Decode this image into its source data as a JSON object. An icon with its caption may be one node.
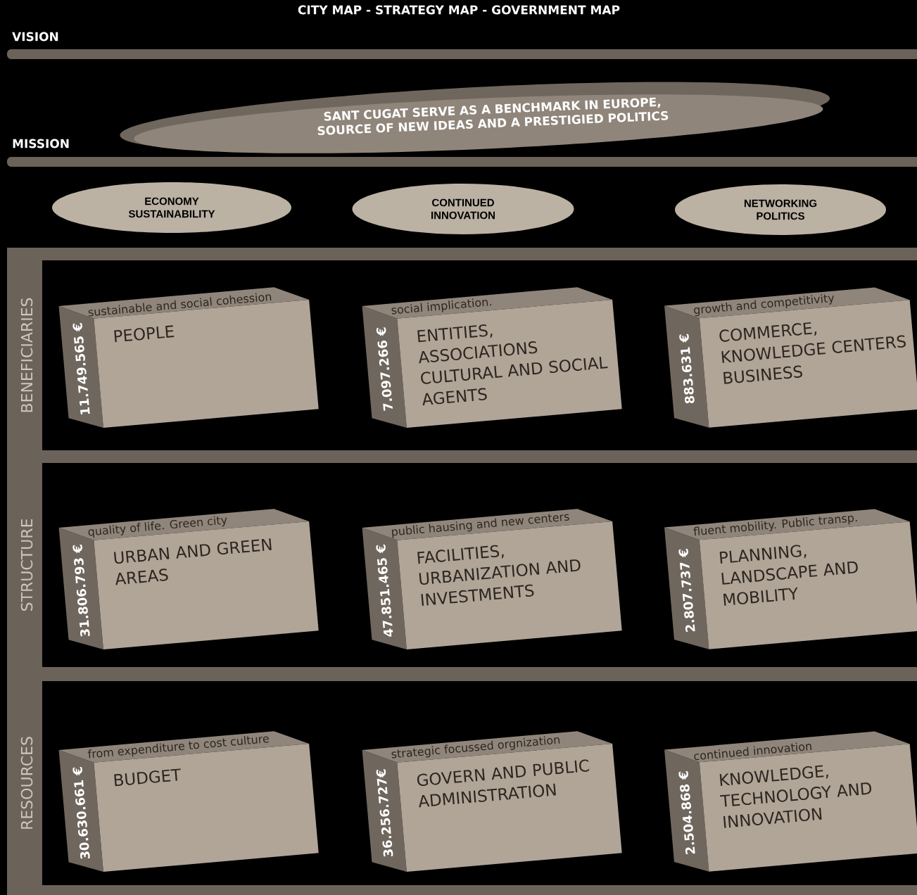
{
  "diagram": {
    "title": "CITY MAP - STRATEGY MAP - GOVERNMENT MAP",
    "nodes": [
      {
        "text": [
          "VISION"
        ]
      },
      {
        "text": [
          "SANT CUGAT SERVE AS A BENCHMARK IN EUROPE, SOURCE OF NEW IDEAS AND A PRESTIGIED POLITICS"
        ]
      },
      {
        "text": [
          "MISSION"
        ]
      },
      {
        "text": [
          "ECONOMY SUSTAINABILITY"
        ]
      },
      {
        "text": [
          "CONTINUED INNOVATION"
        ]
      },
      {
        "text": [
          "NETWORKING POLITICS"
        ]
      },
      {
        "text": [
          "BENEFICIARIES"
        ]
      },
      {
        "text": [
          "sustainable and social cohession",
          "PEOPLE",
          "11.749.565 €"
        ],
        "in": 6
      },
      {
        "text": [
          "social implication.",
          "ENTITIES, ASSOCIATIONS CULTURAL AND SOCIAL AGENTS",
          "7.097.266 €"
        ],
        "in": 6
      },
      {
        "text": [
          "growth and competitivity",
          "COMMERCE, KNOWLEDGE CENTERS BUSINESS",
          "883.631 €"
        ],
        "in": 6
      },
      {
        "text": [
          "STRUCTURE"
        ]
      },
      {
        "text": [
          "quality of life. Green city",
          "URBAN AND GREEN AREAS",
          "31.806.793 €"
        ],
        "in": 10
      },
      {
        "text": [
          "public hausing and new centers",
          "FACILITIES, URBANIZATION AND INVESTMENTS",
          "47.851.465 €"
        ],
        "in": 10
      },
      {
        "text": [
          "fluent mobility. Public transp.",
          "PLANNING, LANDSCAPE AND MOBILITY",
          "2.807.737 €"
        ],
        "in": 10
      },
      {
        "text": [
          "RESOURCES"
        ]
      },
      {
        "text": [
          "from expenditure to cost culture",
          "BUDGET",
          "30.630.661 €"
        ],
        "in": 14
      },
      {
        "text": [
          "strategic focussed orgnization",
          "GOVERN AND PUBLIC ADMINISTRATION",
          "36.256.727€"
        ],
        "in": 14
      },
      {
        "text": [
          "continued innovation",
          "KNOWLEDGE, TECHNOLOGY AND INNOVATION",
          "2.504.868 €"
        ],
        "in": 14
      }
    ]
  }
}
